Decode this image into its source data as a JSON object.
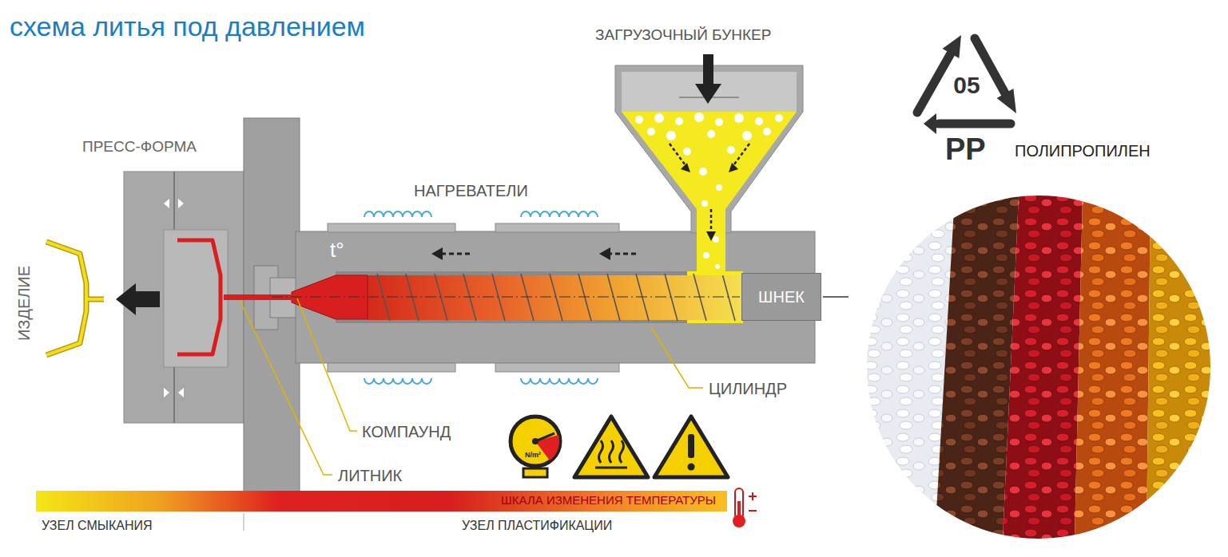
{
  "diagram": {
    "title": "схема литья под давлением",
    "nodes": [
      {
        "text": [
          "05"
        ]
      },
      {
        "text": [
          "ШНЕК"
        ]
      },
      {
        "text": [
          "ШКАЛА ИЗМЕНЕНИЯ ТЕМПЕРАТУРЫ"
        ]
      }
    ],
    "labels": [
      "ЗАГРУЗОЧНЫЙ БУНКЕР",
      "ПРЕСС-ФОРМА",
      "НАГРЕВАТЕЛИ",
      "t°",
      "ИЗДЕЛИЕ",
      "ЦИЛИНДР",
      "КОМПАУНД",
      "N/m²",
      "ЛИТНИК",
      "PP",
      "ПОЛИПРОПИЛЕН",
      "УЗЕЛ СМЫКАНИЯ",
      "УЗЕЛ ПЛАСТИФИКАЦИИ"
    ]
  }
}
